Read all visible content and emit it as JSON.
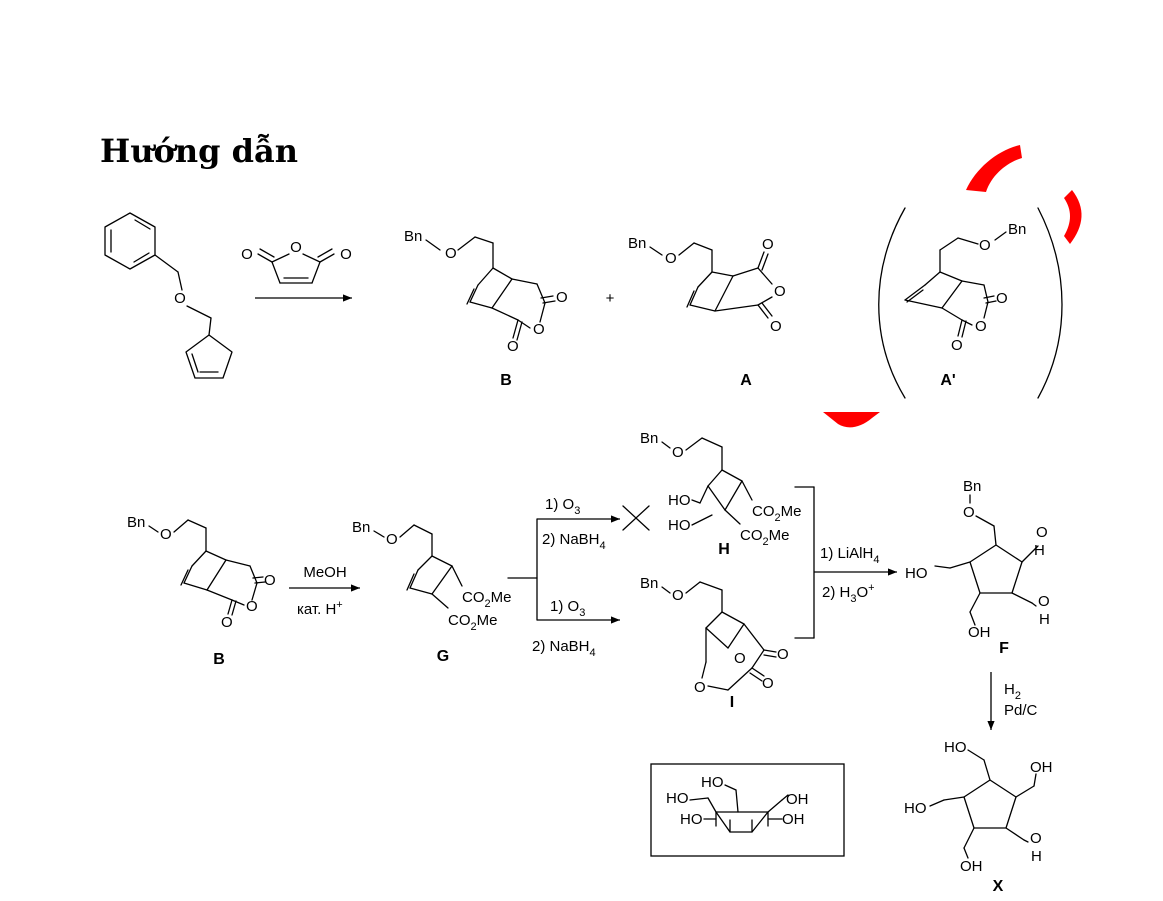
{
  "page": {
    "heading": "Hướng dẫn"
  },
  "compounds": {
    "B_top": "B",
    "A": "A",
    "A_prime": "A'",
    "B_row2": "B",
    "G": "G",
    "H": "H",
    "I": "I",
    "F": "F",
    "X": "X"
  },
  "conditions": {
    "methanol": "MeOH",
    "catalyst_prefix": "кат. H",
    "catalyst_sup": "+",
    "ozone_step_top": "1) O",
    "ozone_step_bottom": "1) O",
    "subscript_3": "3",
    "nabh4_prefix": "2) NaBH",
    "subscript_4": "4",
    "lialh4_prefix": "1) LiAlH",
    "acid_prefix": "2) H",
    "acid_sup": "+",
    "hydrogen": "H",
    "subscript_2": "2",
    "pd_catalyst": "Pd/C",
    "plus_sign": "+"
  },
  "atoms": {
    "oxygen": "O",
    "benzyl": "Bn",
    "hydroxyl_left": "HO",
    "hydroxyl_right": "OH",
    "ester_prefix": "CO",
    "ester_suffix": "Me",
    "hydrogen": "H"
  },
  "colors": {
    "accent_red": "#ff0000",
    "ink": "#000000",
    "background": "#ffffff"
  }
}
